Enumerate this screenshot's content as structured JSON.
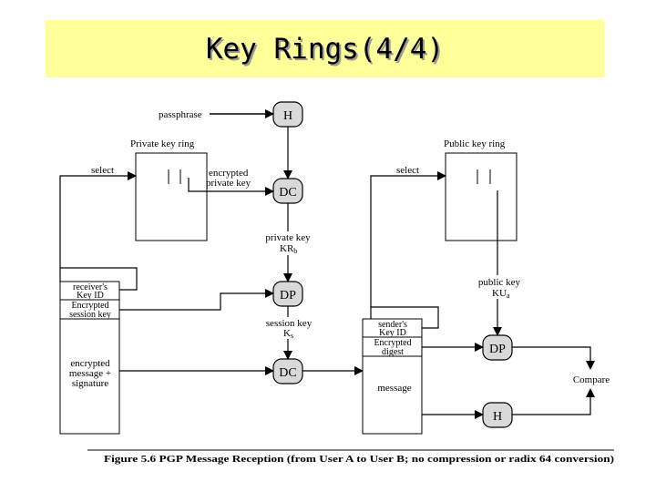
{
  "slide": {
    "title": "Key Rings(4/4)"
  },
  "diagram": {
    "passphrase": "passphrase",
    "h_top": "H",
    "private_key_ring": "Private key ring",
    "public_key_ring": "Public key ring",
    "select_left": "select",
    "select_right": "select",
    "encrypted_private_key_1": "encrypted",
    "encrypted_private_key_2": "private key",
    "dc_top": "DC",
    "private_key_1": "private key",
    "private_key_2": "KR",
    "private_key_sub": "b",
    "receivers_key_id_1": "receiver's",
    "receivers_key_id_2": "Key ID",
    "encrypted_session_key_1": "Encrypted",
    "encrypted_session_key_2": "session key",
    "encrypted_message_1": "encrypted",
    "encrypted_message_2": "message +",
    "encrypted_message_3": "signature",
    "dp_left": "DP",
    "session_key_1": "session key",
    "session_key_2": "K",
    "session_key_sub": "s",
    "dc_bottom": "DC",
    "senders_key_id_1": "sender's",
    "senders_key_id_2": "Key ID",
    "encrypted_digest_1": "Encrypted",
    "encrypted_digest_2": "digest",
    "message": "message",
    "public_key_1": "public key",
    "public_key_2": "KU",
    "public_key_sub": "a",
    "dp_right": "DP",
    "h_bottom": "H",
    "compare": "Compare",
    "caption": "Figure 5.6   PGP Message Reception (from User A to User B; no compression or radix 64 conversion)"
  }
}
